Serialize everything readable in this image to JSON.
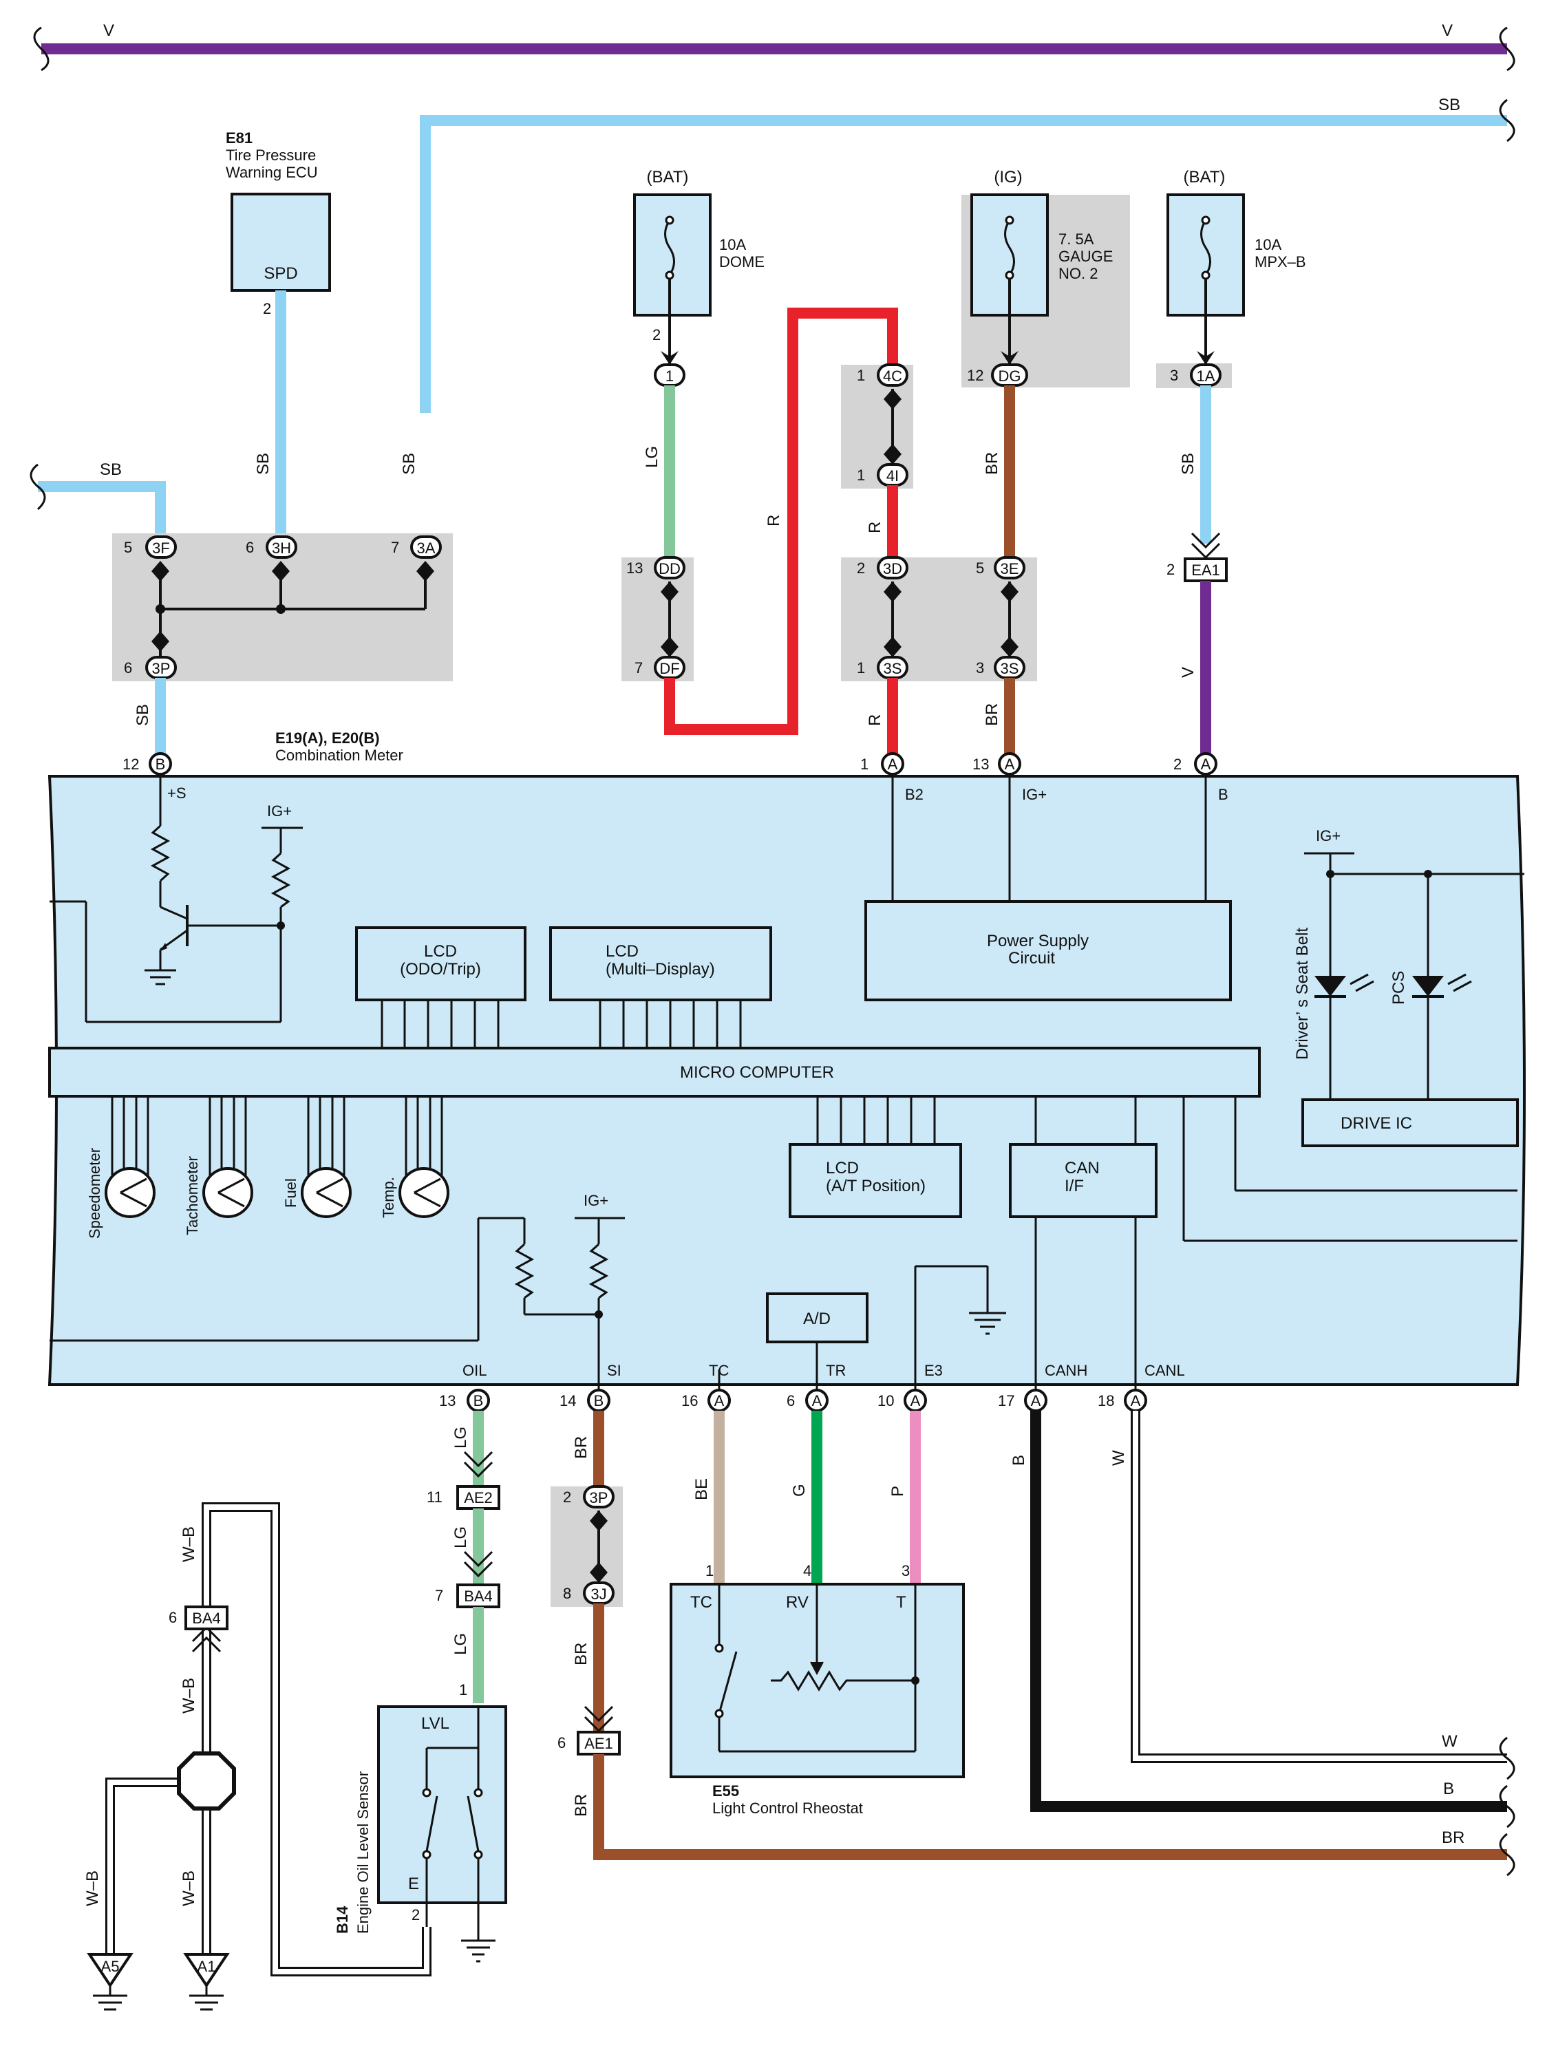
{
  "colors": {
    "V": "#6f2c91",
    "SB": "#8fd3f4",
    "LG": "#84c79a",
    "R": "#e8222b",
    "BR": "#9b4f2a",
    "BE": "#c4b09f",
    "G": "#00a651",
    "P": "#ec8fc0",
    "B": "#111111",
    "W": "#ffffff",
    "WB": "#ffffff",
    "meter_fill": "#cde9f7",
    "junction_gray": "#d4d4d4"
  },
  "wires": {
    "v_left": "V",
    "v_right": "V",
    "sb_top": "SB",
    "sb_left": "SB",
    "sb_spd": "SB",
    "sb_3a": "SB",
    "lg_dome": "LG",
    "r_mid": "R",
    "r_4i": "R",
    "r_3s": "R",
    "br_gauge": "BR",
    "br_3s": "BR",
    "sb_mpx": "SB",
    "v_ea1": "V",
    "sb_3p": "SB",
    "lg_oil1": "LG",
    "lg_oil2": "LG",
    "lg_oil3": "LG",
    "br_si1": "BR",
    "br_si2": "BR",
    "br_si3": "BR",
    "be": "BE",
    "g": "G",
    "p": "P",
    "b_canh": "B",
    "w_canl": "W",
    "w_out": "W",
    "b_out": "B",
    "br_out": "BR",
    "wb1": "W–B",
    "wb2": "W–B",
    "wb3": "W–B",
    "wb4": "W–B"
  },
  "e81": {
    "code": "E81",
    "name1": "Tire Pressure",
    "name2": "Warning ECU",
    "terminal": "SPD",
    "pin": "2"
  },
  "fuses": [
    {
      "source": "(BAT)",
      "rating": "10A",
      "name1": "DOME",
      "name2": ""
    },
    {
      "source": "(IG)",
      "rating": "7. 5A",
      "name1": "GAUGE",
      "name2": "NO. 2"
    },
    {
      "source": "(BAT)",
      "rating": "10A",
      "name1": "MPX–B",
      "name2": ""
    }
  ],
  "connectors": {
    "dome_pin": "2",
    "dome_c": "1",
    "c4c_pin": "1",
    "c4c": "4C",
    "c4i_pin": "1",
    "c4i": "4I",
    "dg_pin": "12",
    "dg": "DG",
    "c1a_pin": "3",
    "c1a": "1A",
    "c3f_pin": "5",
    "c3f": "3F",
    "c3h_pin": "6",
    "c3h": "3H",
    "c3a_pin": "7",
    "c3a": "3A",
    "c3p_pin": "6",
    "c3p": "3P",
    "dd_pin": "13",
    "dd": "DD",
    "df_pin": "7",
    "df": "DF",
    "c3d_pin": "2",
    "c3d": "3D",
    "c3e_pin": "5",
    "c3e": "3E",
    "s1_pin": "1",
    "s1": "3S",
    "s2_pin": "3",
    "s2": "3S",
    "ea1_pin": "2",
    "ea1": "EA1",
    "b12_pin": "12",
    "b12": "B",
    "a1_pin": "1",
    "a1": "A",
    "a13_pin": "13",
    "a13": "A",
    "a2_pin": "2",
    "a2": "A",
    "b13_pin": "13",
    "b13": "B",
    "b14_pin": "14",
    "b14": "B",
    "a16_pin": "16",
    "a16": "A",
    "a6_pin": "6",
    "a6": "A",
    "a10_pin": "10",
    "a10": "A",
    "a17_pin": "17",
    "a17": "A",
    "a18_pin": "18",
    "a18": "A",
    "ae2_pin": "11",
    "ae2": "AE2",
    "ba4a_pin": "7",
    "ba4a": "BA4",
    "lvl_pin": "1",
    "p3p_pin": "2",
    "p3p": "3P",
    "p3j_pin": "8",
    "p3j": "3J",
    "ae1_pin": "6",
    "ae1": "AE1",
    "ba4b_pin": "6",
    "ba4b": "BA4",
    "e_pin": "2",
    "be_pin": "1",
    "g_pin": "4",
    "p_pin": "3",
    "gnd_a5": "A5",
    "gnd_a1": "A1"
  },
  "meter": {
    "title": "E19(A), E20(B)",
    "name": "Combination Meter",
    "top_terms": {
      "s": "+S",
      "b2": "B2",
      "ig": "IG+",
      "b": "B"
    },
    "ig_labels": {
      "a": "IG+",
      "b": "IG+",
      "c": "IG+"
    },
    "lcd_odo1": "LCD",
    "lcd_odo2": "(ODO/Trip)",
    "lcd_md1": "LCD",
    "lcd_md2": "(Multi–Display)",
    "power1": "Power Supply",
    "power2": "Circuit",
    "micro": "MICRO COMPUTER",
    "drive_ic": "DRIVE IC",
    "seat_belt": "Driver’ s Seat Belt",
    "pcs": "PCS",
    "gauges": [
      "Speedometer",
      "Tachometer",
      "Fuel",
      "Temp."
    ],
    "lcd_at1": "LCD",
    "lcd_at2": "(A/T Position)",
    "can1": "CAN",
    "can2": "I/F",
    "ad": "A/D",
    "bottom_terms": [
      "OIL",
      "SI",
      "TC",
      "TR",
      "E3",
      "CANH",
      "CANL"
    ]
  },
  "e55": {
    "code": "E55",
    "name": "Light Control Rheostat",
    "tc": "TC",
    "rv": "RV",
    "t": "T"
  },
  "b14": {
    "code": "B14",
    "name": "Engine Oil Level Sensor",
    "lvl": "LVL",
    "e": "E"
  }
}
